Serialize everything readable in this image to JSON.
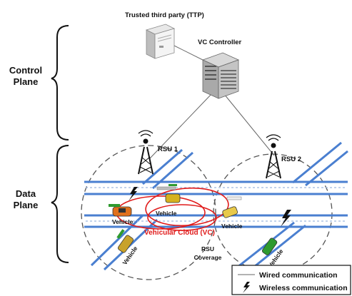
{
  "control_plane_label": [
    "Control",
    "Plane"
  ],
  "data_plane_label": [
    "Data",
    "Plane"
  ],
  "ttp_label": "Trusted third party (TTP)",
  "vc_controller_label": "VC Controller",
  "rsu1_label": "RSU 1",
  "rsu2_label": "RSU 2",
  "vehicular_cloud_label": "Vehicular Cloud (VC)",
  "rsu_coverage_label": [
    "RSU",
    "Coverage"
  ],
  "vehicle_label": "Vehicle",
  "legend": {
    "wired": "Wired communication",
    "wireless": "Wireless communication"
  },
  "colors": {
    "road": "#4a7fd0",
    "cloud": "#e01b1b",
    "coverage": "#555555"
  }
}
